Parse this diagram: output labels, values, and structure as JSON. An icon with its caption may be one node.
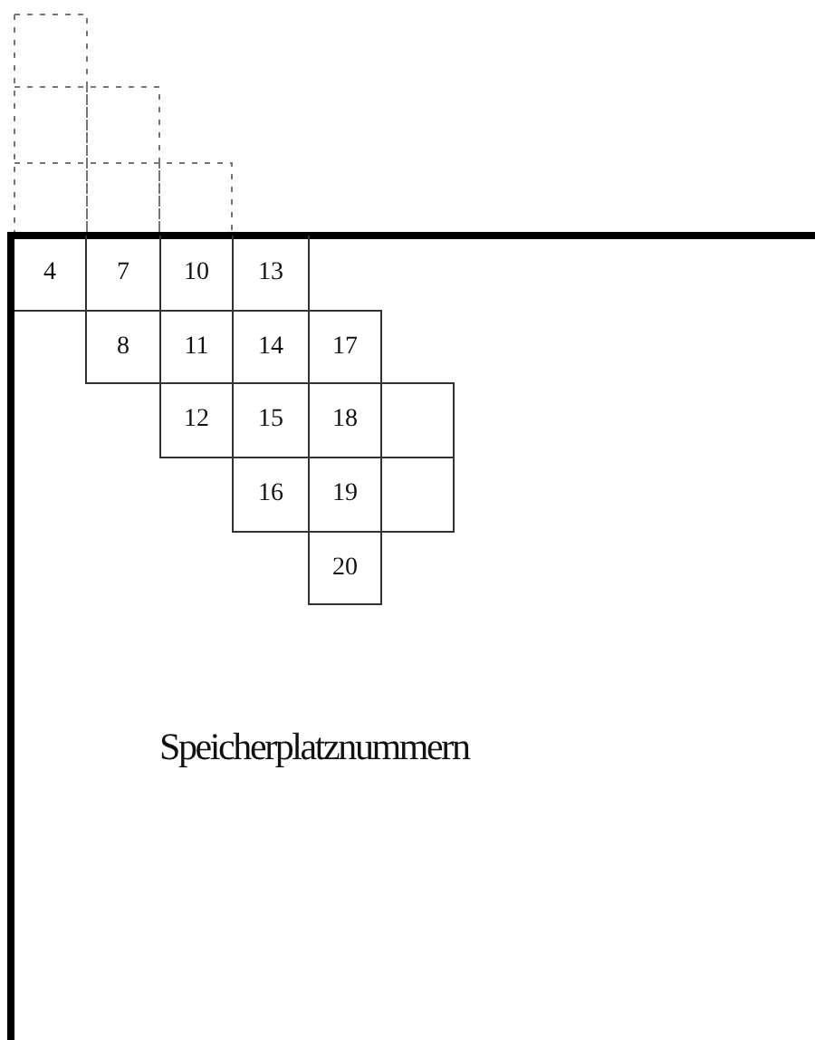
{
  "diagram": {
    "nodes": [
      {
        "text": [
          "4"
        ]
      },
      {
        "text": [
          "7"
        ]
      },
      {
        "text": [
          "10"
        ]
      },
      {
        "text": [
          "13"
        ]
      },
      {
        "text": [
          "8"
        ]
      },
      {
        "text": [
          "11"
        ]
      },
      {
        "text": [
          "14"
        ]
      },
      {
        "text": [
          "17"
        ]
      },
      {
        "text": [
          "12"
        ]
      },
      {
        "text": [
          "15"
        ]
      },
      {
        "text": [
          "18"
        ]
      },
      {
        "text": [],
        "shape": "box"
      },
      {
        "text": [
          "16"
        ]
      },
      {
        "text": [
          "19"
        ]
      },
      {
        "text": [],
        "shape": "box"
      },
      {
        "text": [
          "20"
        ]
      }
    ],
    "labels": [
      "Speicherplatznummern"
    ]
  }
}
